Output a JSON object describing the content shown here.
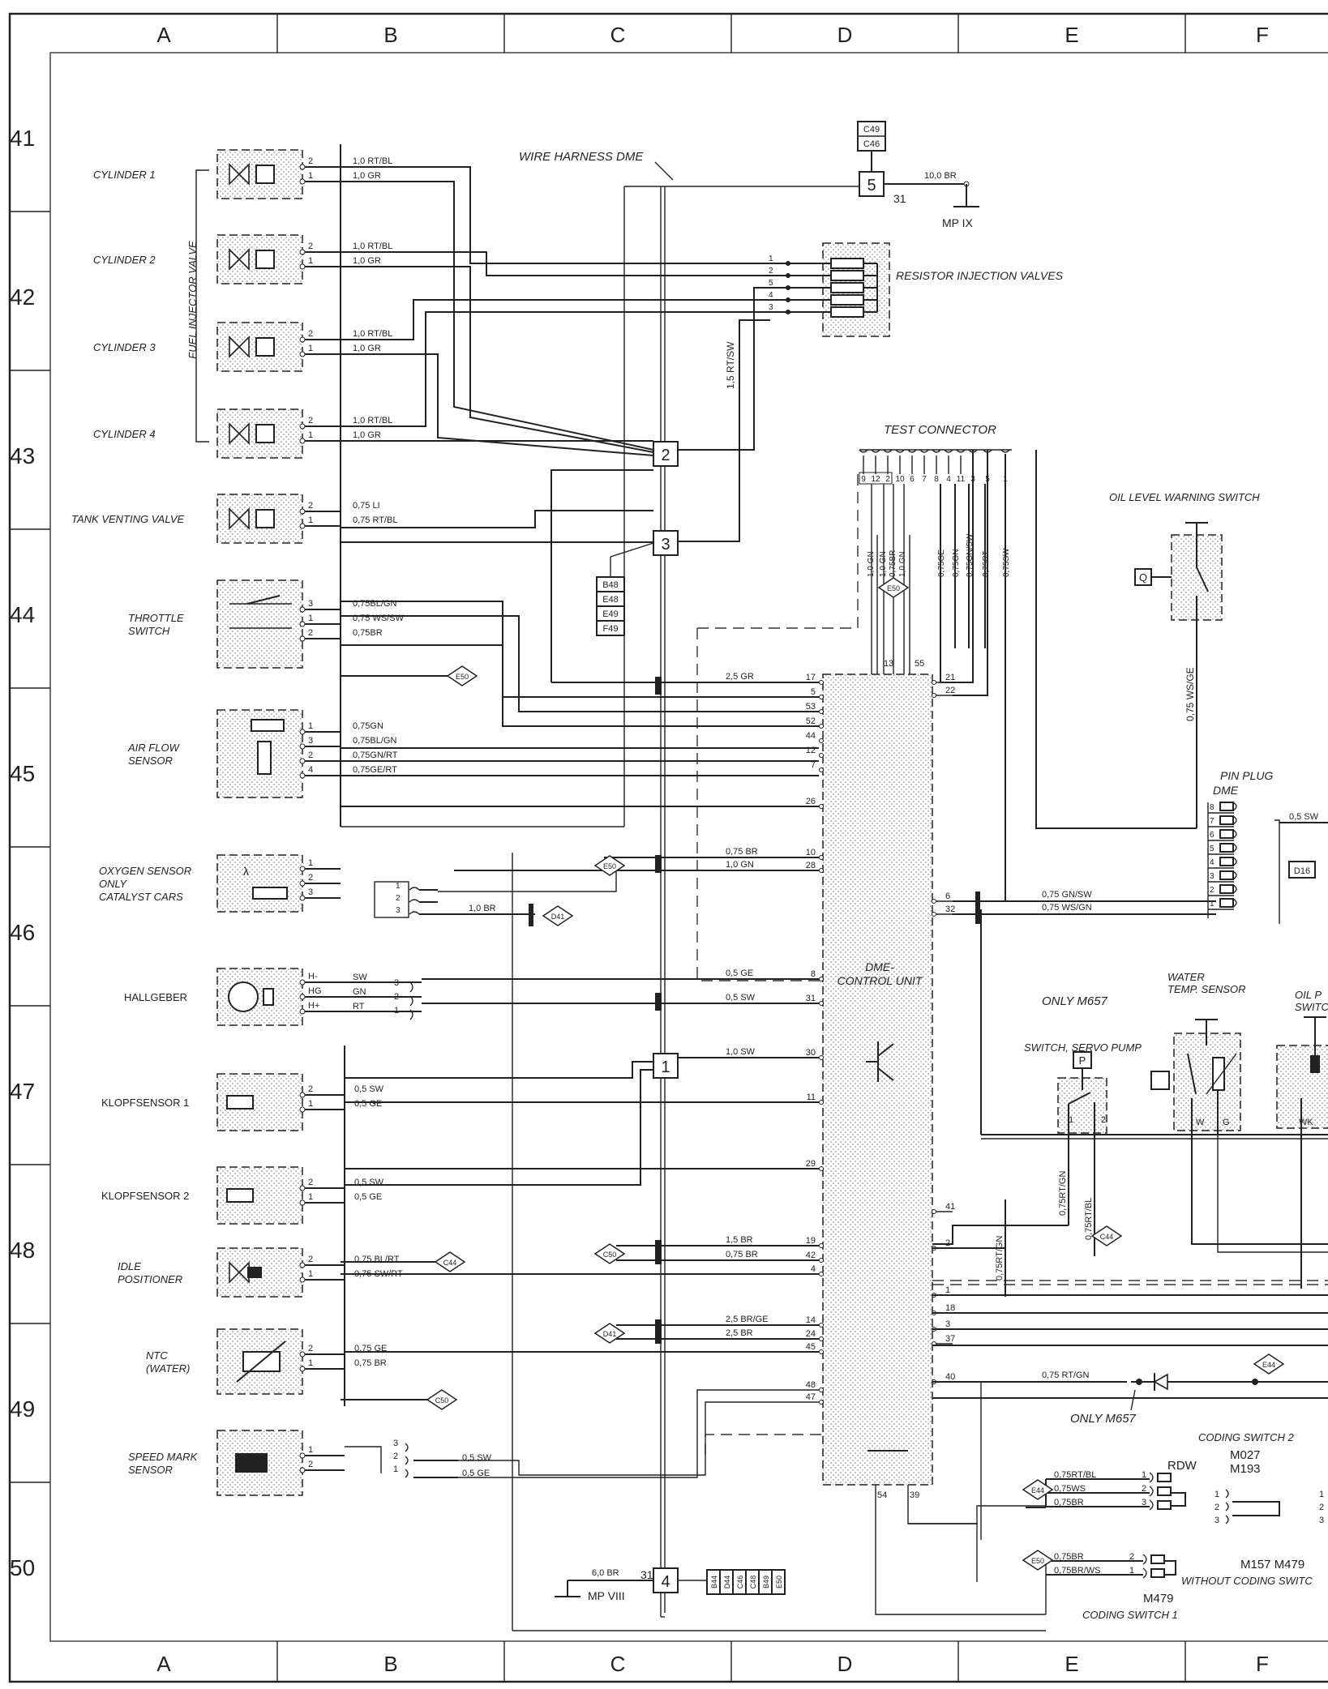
{
  "columns": [
    "A",
    "B",
    "C",
    "D",
    "E",
    "F"
  ],
  "rows": [
    "41",
    "42",
    "43",
    "44",
    "45",
    "46",
    "47",
    "48",
    "49",
    "50"
  ],
  "group_label": "FUEL INJECTOR VALVE",
  "components_left": [
    {
      "label": "CYLINDER 1",
      "italic": true,
      "wires": [
        {
          "pin": "2",
          "text": "1,0 RT/BL"
        },
        {
          "pin": "1",
          "text": "1,0 GR"
        }
      ]
    },
    {
      "label": "CYLINDER 2",
      "italic": true,
      "wires": [
        {
          "pin": "2",
          "text": "1,0 RT/BL"
        },
        {
          "pin": "1",
          "text": "1,0 GR"
        }
      ]
    },
    {
      "label": "CYLINDER 3",
      "italic": true,
      "wires": [
        {
          "pin": "2",
          "text": "1,0 RT/BL"
        },
        {
          "pin": "1",
          "text": "1,0 GR"
        }
      ]
    },
    {
      "label": "CYLINDER 4",
      "italic": true,
      "wires": [
        {
          "pin": "2",
          "text": "1,0 RT/BL"
        },
        {
          "pin": "1",
          "text": "1,0 GR"
        }
      ]
    },
    {
      "label": "TANK VENTING VALVE",
      "italic": true,
      "wires": [
        {
          "pin": "2",
          "text": "0,75 LI"
        },
        {
          "pin": "1",
          "text": "0,75 RT/BL"
        }
      ]
    },
    {
      "label": "THROTTLE\nSWITCH",
      "italic": true,
      "wires": [
        {
          "pin": "3",
          "text": "0,75BL/GN"
        },
        {
          "pin": "1",
          "text": "0,75 WS/SW"
        },
        {
          "pin": "2",
          "text": "0,75BR"
        }
      ]
    },
    {
      "label": "AIR FLOW\nSENSOR",
      "italic": true,
      "wires": [
        {
          "pin": "1",
          "text": "0,75GN"
        },
        {
          "pin": "3",
          "text": "0,75BL/GN"
        },
        {
          "pin": "2",
          "text": "0,75GN/RT"
        },
        {
          "pin": "4",
          "text": "0,75GE/RT"
        }
      ]
    },
    {
      "label": "OXYGEN SENSOR\nONLY\nCATALYST CARS",
      "italic": true,
      "wires": [
        {
          "pin": "1",
          "text": ""
        },
        {
          "pin": "2",
          "text": ""
        },
        {
          "pin": "3",
          "text": ""
        }
      ]
    },
    {
      "label": "HALLGEBER",
      "italic": false,
      "wires": [
        {
          "pin": "H-",
          "text": "SW"
        },
        {
          "pin": "HG",
          "text": "GN"
        },
        {
          "pin": "H+",
          "text": "RT"
        }
      ]
    },
    {
      "label": "KLOPFSENSOR 1",
      "italic": false,
      "wires": [
        {
          "pin": "2",
          "text": "0,5 SW"
        },
        {
          "pin": "1",
          "text": "0,5 GE"
        }
      ]
    },
    {
      "label": "KLOPFSENSOR 2",
      "italic": false,
      "wires": [
        {
          "pin": "2",
          "text": "0,5 SW"
        },
        {
          "pin": "1",
          "text": "0,5 GE"
        }
      ]
    },
    {
      "label": "IDLE\nPOSITIONER",
      "italic": true,
      "wires": [
        {
          "pin": "2",
          "text": "0,75 BL/RT"
        },
        {
          "pin": "1",
          "text": "0,75 SW/RT"
        }
      ]
    },
    {
      "label": "NTC\n(WATER)",
      "italic": true,
      "wires": [
        {
          "pin": "2",
          "text": "0,75 GE"
        },
        {
          "pin": "1",
          "text": "0,75 BR"
        }
      ]
    },
    {
      "label": "SPEED MARK\nSENSOR",
      "italic": true,
      "wires": [
        {
          "pin": "1",
          "text": ""
        },
        {
          "pin": "2",
          "text": ""
        }
      ]
    }
  ],
  "labels": {
    "wire_harness": "WIRE HARNESS  DME",
    "resistor": "RESISTOR INJECTION VALVES",
    "test_connector": "TEST CONNECTOR",
    "oil_level": "OIL LEVEL WARNING SWITCH",
    "pin_plug": "PIN PLUG",
    "pin_plug_sub": "DME",
    "dme_unit_a": "DME-",
    "dme_unit_b": "CONTROL UNIT",
    "only_m657": "ONLY  M657",
    "servo_pump": "SWITCH, SERVO PUMP",
    "water_temp_a": "WATER",
    "water_temp_b": "TEMP. SENSOR",
    "oil_p_a": "OIL P",
    "oil_p_b": "SWITC",
    "only_m657_b": "ONLY  M657",
    "coding2": "CODING SWITCH  2",
    "m027": "M027",
    "m193": "M193",
    "rdw": "RDW",
    "m157": "M157  M479",
    "without_coding": "WITHOUT CODING SWITC",
    "m479": "M479",
    "coding1": "CODING SWITCH  1",
    "mp_ix": "MP IX",
    "mp_viii": "MP VIII",
    "box5_top": "C49",
    "box5_bot": "C46",
    "ground_31_top": "31",
    "ground_31_bot": "31",
    "w_10br": "10,0 BR",
    "w_60br": "6,0  BR",
    "w_15rtsw": "1,5 RT/SW",
    "w_10br_oxy": "1,0  BR",
    "w_05sw_pin": "0,5 SW",
    "w_075wsge": "0,75 WS/GE",
    "d16": "D16"
  },
  "connector2": "2",
  "connector3": "3",
  "connector1": "1",
  "connector4": "4",
  "connector5": "5",
  "conn3_tags": [
    "B48",
    "E48",
    "E49",
    "F49"
  ],
  "conn4_tags": [
    "B44",
    "D44",
    "C46",
    "C48",
    "B49",
    "E50"
  ],
  "diamond_tags": {
    "e50": "E50",
    "d41": "D41",
    "c44": "C44",
    "c50": "C50",
    "e44": "E44"
  },
  "dme_left_pins": [
    {
      "pin": "17",
      "text": "2,5 GR"
    },
    {
      "pin": "5",
      "text": ""
    },
    {
      "pin": "53",
      "text": ""
    },
    {
      "pin": "52",
      "text": ""
    },
    {
      "pin": "44",
      "text": ""
    },
    {
      "pin": "12",
      "text": ""
    },
    {
      "pin": "7",
      "text": ""
    },
    {
      "pin": "26",
      "text": ""
    },
    {
      "pin": "10",
      "text": "0,75 BR"
    },
    {
      "pin": "28",
      "text": "1,0 GN"
    },
    {
      "pin": "8",
      "text": "0,5 GE"
    },
    {
      "pin": "31",
      "text": "0,5 SW"
    },
    {
      "pin": "30",
      "text": "1,0 SW"
    },
    {
      "pin": "11",
      "text": ""
    },
    {
      "pin": "29",
      "text": ""
    },
    {
      "pin": "19",
      "text": "1,5 BR"
    },
    {
      "pin": "42",
      "text": "0,75 BR"
    },
    {
      "pin": "4",
      "text": ""
    },
    {
      "pin": "14",
      "text": "2,5 BR/GE"
    },
    {
      "pin": "24",
      "text": "2,5 BR"
    },
    {
      "pin": "45",
      "text": ""
    },
    {
      "pin": "48",
      "text": ""
    },
    {
      "pin": "47",
      "text": ""
    }
  ],
  "dme_right_pins": [
    {
      "pin": "21",
      "text": ""
    },
    {
      "pin": "22",
      "text": ""
    },
    {
      "pin": "6",
      "text": "0,75 GN/SW"
    },
    {
      "pin": "32",
      "text": "0,75 WS/GN"
    },
    {
      "pin": "41",
      "text": ""
    },
    {
      "pin": "2",
      "text": ""
    },
    {
      "pin": "1",
      "text": ""
    },
    {
      "pin": "18",
      "text": ""
    },
    {
      "pin": "3",
      "text": ""
    },
    {
      "pin": "37",
      "text": ""
    },
    {
      "pin": "40",
      "text": "0,75 RT/GN"
    }
  ],
  "dme_top_pins": [
    "13",
    "55"
  ],
  "dme_bottom_pins": [
    "54",
    "39"
  ],
  "test_pins": [
    "9",
    "12",
    "2",
    "10",
    "6",
    "7",
    "8",
    "4",
    "11",
    "3",
    "5",
    "1"
  ],
  "test_wires": [
    "1,0 GN",
    "1,0 GN",
    "0,75BR",
    "1,0 GN",
    "0,75GE",
    "0,75GN",
    "0,75GN/SW",
    "0,75RT",
    "0,75SW"
  ],
  "resistor_pins": [
    "1",
    "2",
    "5",
    "4",
    "3"
  ],
  "pinplug_pins": [
    "8",
    "7",
    "6",
    "5",
    "4",
    "3",
    "2",
    "1"
  ],
  "servo": {
    "p": "P",
    "pins": [
      "1",
      "2"
    ],
    "wires": [
      "0,75RT/GN",
      "0,75RT/BL"
    ]
  },
  "water": {
    "pins": [
      "W",
      "G"
    ]
  },
  "oilp": {
    "pins": [
      "WK"
    ]
  },
  "coding_rdw": [
    {
      "pin": "1",
      "text": "0,75RT/BL"
    },
    {
      "pin": "2",
      "text": "0,75WS"
    },
    {
      "pin": "3",
      "text": "0,75BR"
    }
  ],
  "coding_b": [
    {
      "pin": "2",
      "text": "0,75BR"
    },
    {
      "pin": "1",
      "text": "0,75BR/WS"
    }
  ],
  "coding2_pins": [
    "1",
    "2",
    "3"
  ],
  "speed_pins": [
    "3",
    "2",
    "1"
  ],
  "speed_wires": [
    "0,5 SW",
    "0,5 GE"
  ],
  "oxy_pins": [
    "1",
    "2",
    "3"
  ],
  "hall_pins": [
    "3",
    "2",
    "1"
  ],
  "vert_label_075rtgn": "0,75RT/GN",
  "q_label": "Q",
  "lambda": "λ"
}
